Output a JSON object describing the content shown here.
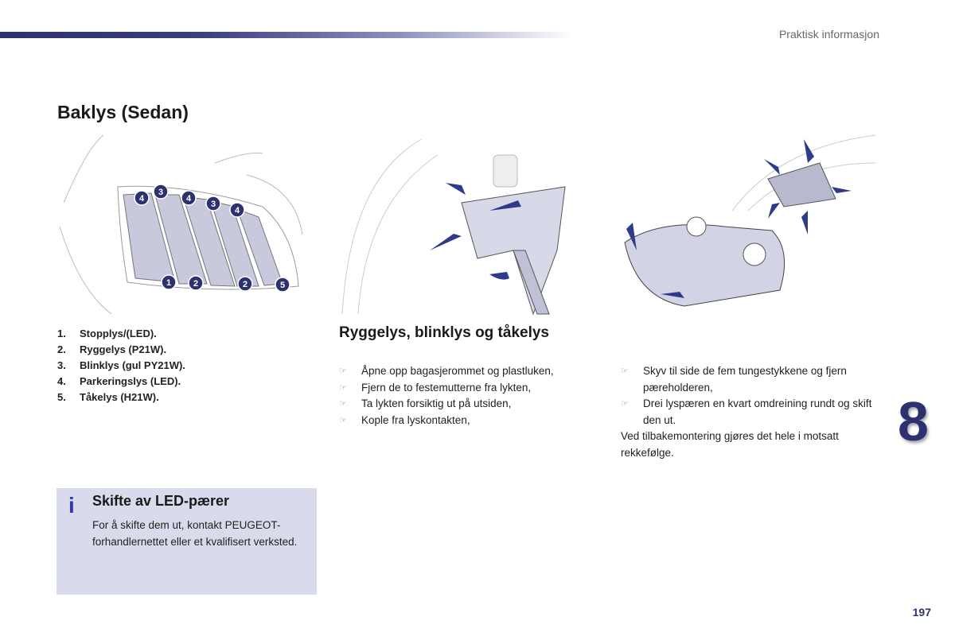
{
  "header": {
    "section": "Praktisk informasjon"
  },
  "title": "Baklys (Sedan)",
  "legend": [
    {
      "num": "1.",
      "label": "Stopplys/(LED)."
    },
    {
      "num": "2.",
      "label": "Ryggelys (P21W)."
    },
    {
      "num": "3.",
      "label": "Blinklys (gul PY21W)."
    },
    {
      "num": "4.",
      "label": "Parkeringslys (LED)."
    },
    {
      "num": "5.",
      "label": "Tåkelys (H21W)."
    }
  ],
  "diagram_markers": [
    "4",
    "3",
    "4",
    "3",
    "4",
    "1",
    "2",
    "2",
    "5"
  ],
  "subtitle": "Ryggelys, blinklys og tåkelys",
  "steps_left": [
    "Åpne opp bagasjerommet og plastluken,",
    "Fjern de to festemutterne fra lykten,",
    "Ta lykten forsiktig ut på utsiden,",
    "Kople fra lyskontakten,"
  ],
  "steps_right": [
    "Skyv til side de fem tungestykkene og fjern pæreholderen,",
    "Drei lyspæren en kvart omdreining rundt og skift den ut."
  ],
  "closing": "Ved tilbakemontering gjøres det hele i motsatt rekkefølge.",
  "bullet_icon": "pointing-hand-icon",
  "info": {
    "icon": "i",
    "title": "Skifte av LED-pærer",
    "text": "For å skifte dem ut, kontakt PEUGEOT-forhandlernettet eller et kvalifisert verksted."
  },
  "chapter": "8",
  "page_number": "197",
  "colors": {
    "brand": "#2e3170",
    "info_bg": "#d9dbec"
  }
}
